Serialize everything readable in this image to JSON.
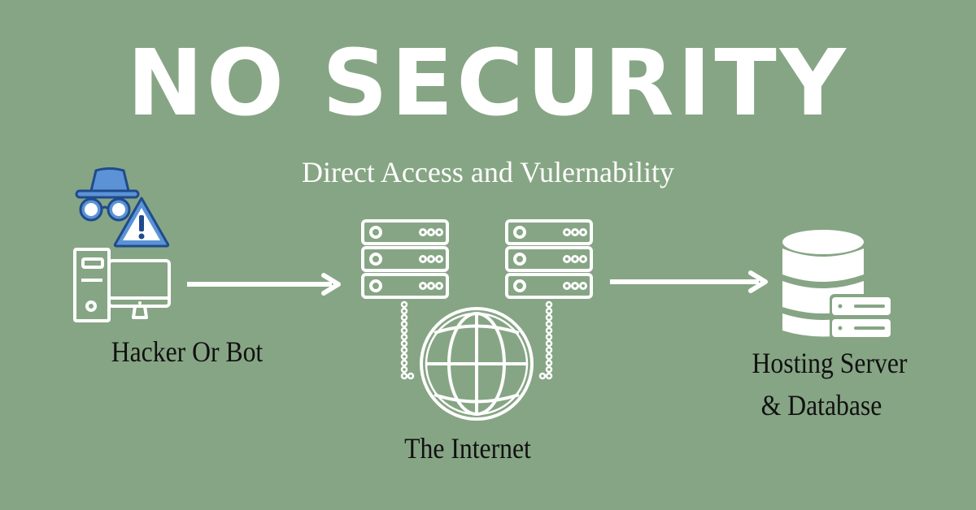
{
  "title": "NO SECURITY",
  "subtitle": "Direct Access and Vulernability",
  "nodes": [
    {
      "id": "hacker",
      "label": "Hacker Or Bot",
      "icons": [
        "spy-hat-glasses-icon",
        "warning-triangle-icon",
        "desktop-computer-icon"
      ]
    },
    {
      "id": "internet",
      "label": "The Internet",
      "icons": [
        "server-rack-icon",
        "server-rack-icon",
        "globe-icon"
      ]
    },
    {
      "id": "hosting",
      "label_line1": "Hosting Server",
      "label_line2": "& Database",
      "icons": [
        "database-icon",
        "server-icon"
      ]
    }
  ],
  "edges": [
    {
      "from": "hacker",
      "to": "internet"
    },
    {
      "from": "internet",
      "to": "hosting"
    }
  ],
  "colors": {
    "background": "#86a584",
    "icon_white": "#ffffff",
    "spy_blue": "#5b93d6",
    "spy_outline": "#1f4b8c",
    "label_text": "#111111"
  }
}
